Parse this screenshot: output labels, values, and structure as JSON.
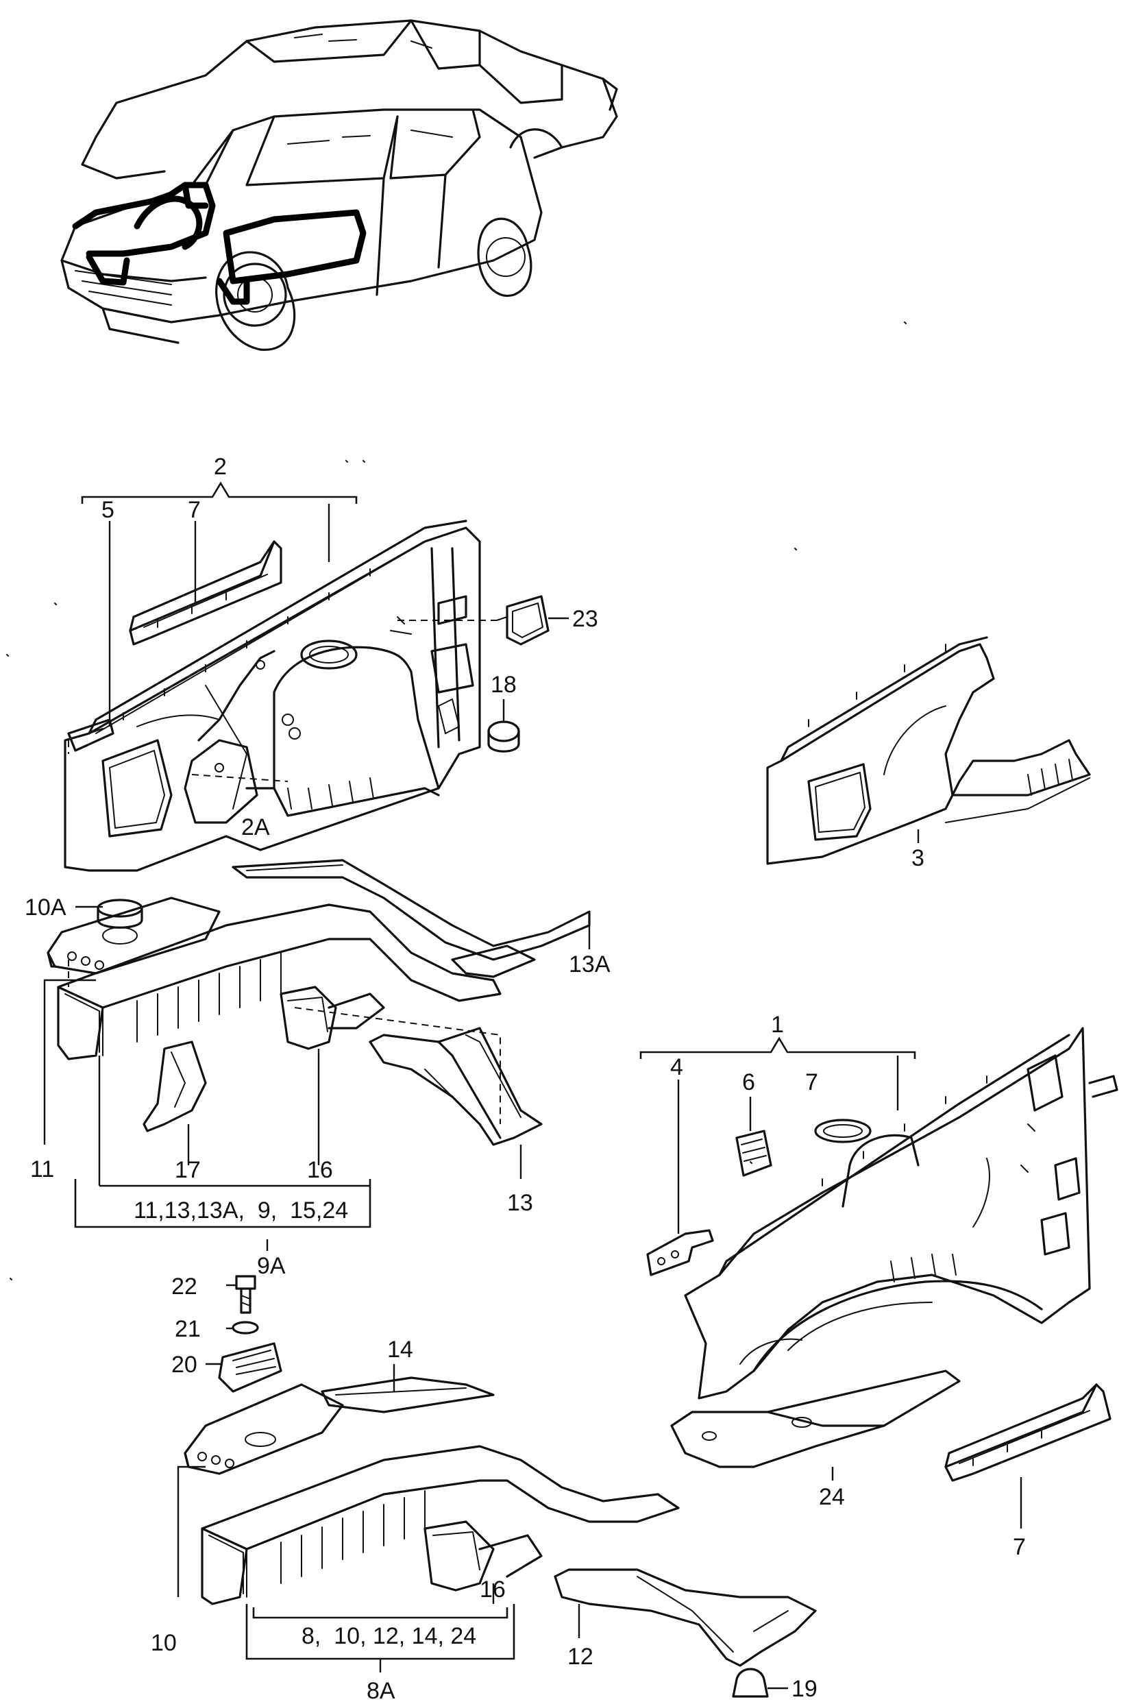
{
  "callouts": {
    "c2": "2",
    "c5": "5",
    "c7_top": "7",
    "c23": "23",
    "c18": "18",
    "c2A": "2A",
    "c3": "3",
    "c10A": "10A",
    "c13A": "13A",
    "c11": "11",
    "c17": "17",
    "c16_mid": "16",
    "c13": "13",
    "c9A_list": "11,13,13A,  9,  15,24",
    "c9A": "9A",
    "c1": "1",
    "c4": "4",
    "c6": "6",
    "c7_right": "7",
    "c22": "22",
    "c21": "21",
    "c20": "20",
    "c14": "14",
    "c24": "24",
    "c7_bottom": "7",
    "c10": "10",
    "c16_bottom": "16",
    "c12": "12",
    "c8A_list": "8,  10, 12, 14, 24",
    "c8A": "8A",
    "c19": "19"
  },
  "icons": [
    "sedan-car-icon",
    "hatchback-car-icon"
  ]
}
